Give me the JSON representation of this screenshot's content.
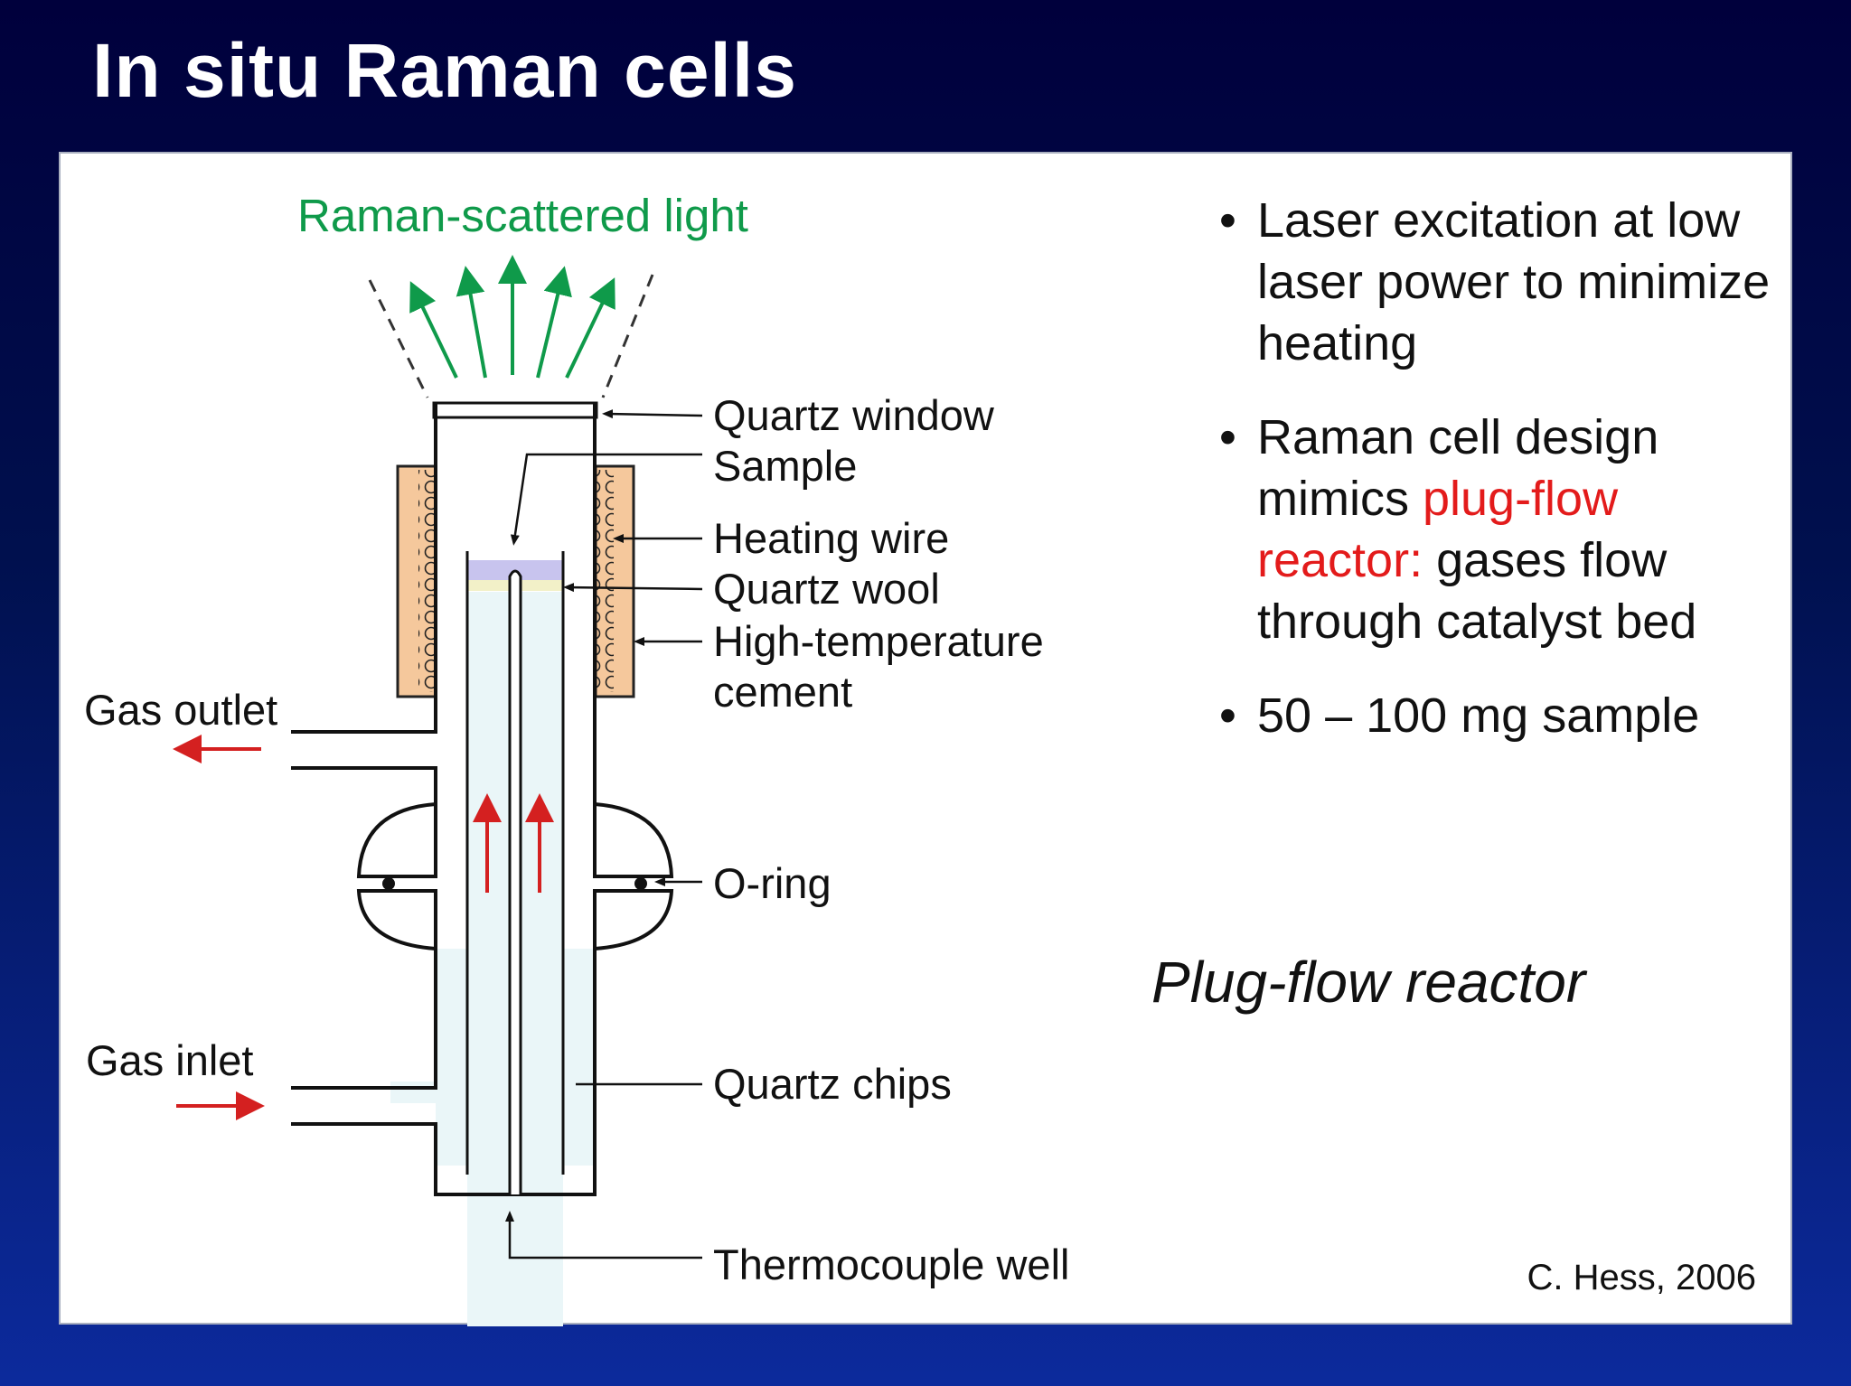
{
  "slide": {
    "title": "In situ Raman cells",
    "background_color_top": "#00003c",
    "background_color_bottom": "#0c2a9c"
  },
  "diagram": {
    "scattered_light_label": "Raman-scattered light",
    "labels": {
      "quartz_window": "Quartz window",
      "sample": "Sample",
      "heating_wire": "Heating wire",
      "quartz_wool": "Quartz wool",
      "cement_line1": "High-temperature",
      "cement_line2": "cement",
      "o_ring": "O-ring",
      "quartz_chips": "Quartz chips",
      "thermocouple_well": "Thermocouple well",
      "gas_outlet": "Gas outlet",
      "gas_inlet": "Gas inlet"
    },
    "colors": {
      "scattered_light": "#0f9a4a",
      "gas_flow_arrows": "#d42020",
      "cement": "#f5c89c",
      "sample_layer": "#c8c4ee",
      "quartz_wool_layer": "#f2f0c8",
      "quartz_chips_fill": "#eaf6f8"
    }
  },
  "bullets": [
    {
      "parts": [
        {
          "text": "Laser excitation at low laser power to minimize heating",
          "highlight": false
        }
      ]
    },
    {
      "parts": [
        {
          "text": "Raman cell design mimics ",
          "highlight": false
        },
        {
          "text": "plug-flow reactor:",
          "highlight": true
        },
        {
          "text": " gases flow through catalyst bed",
          "highlight": false
        }
      ]
    },
    {
      "parts": [
        {
          "text": "50 – 100 mg sample",
          "highlight": false
        }
      ]
    }
  ],
  "highlight_color": "#e31b1b",
  "caption": "Plug-flow reactor",
  "credit": "C. Hess, 2006"
}
